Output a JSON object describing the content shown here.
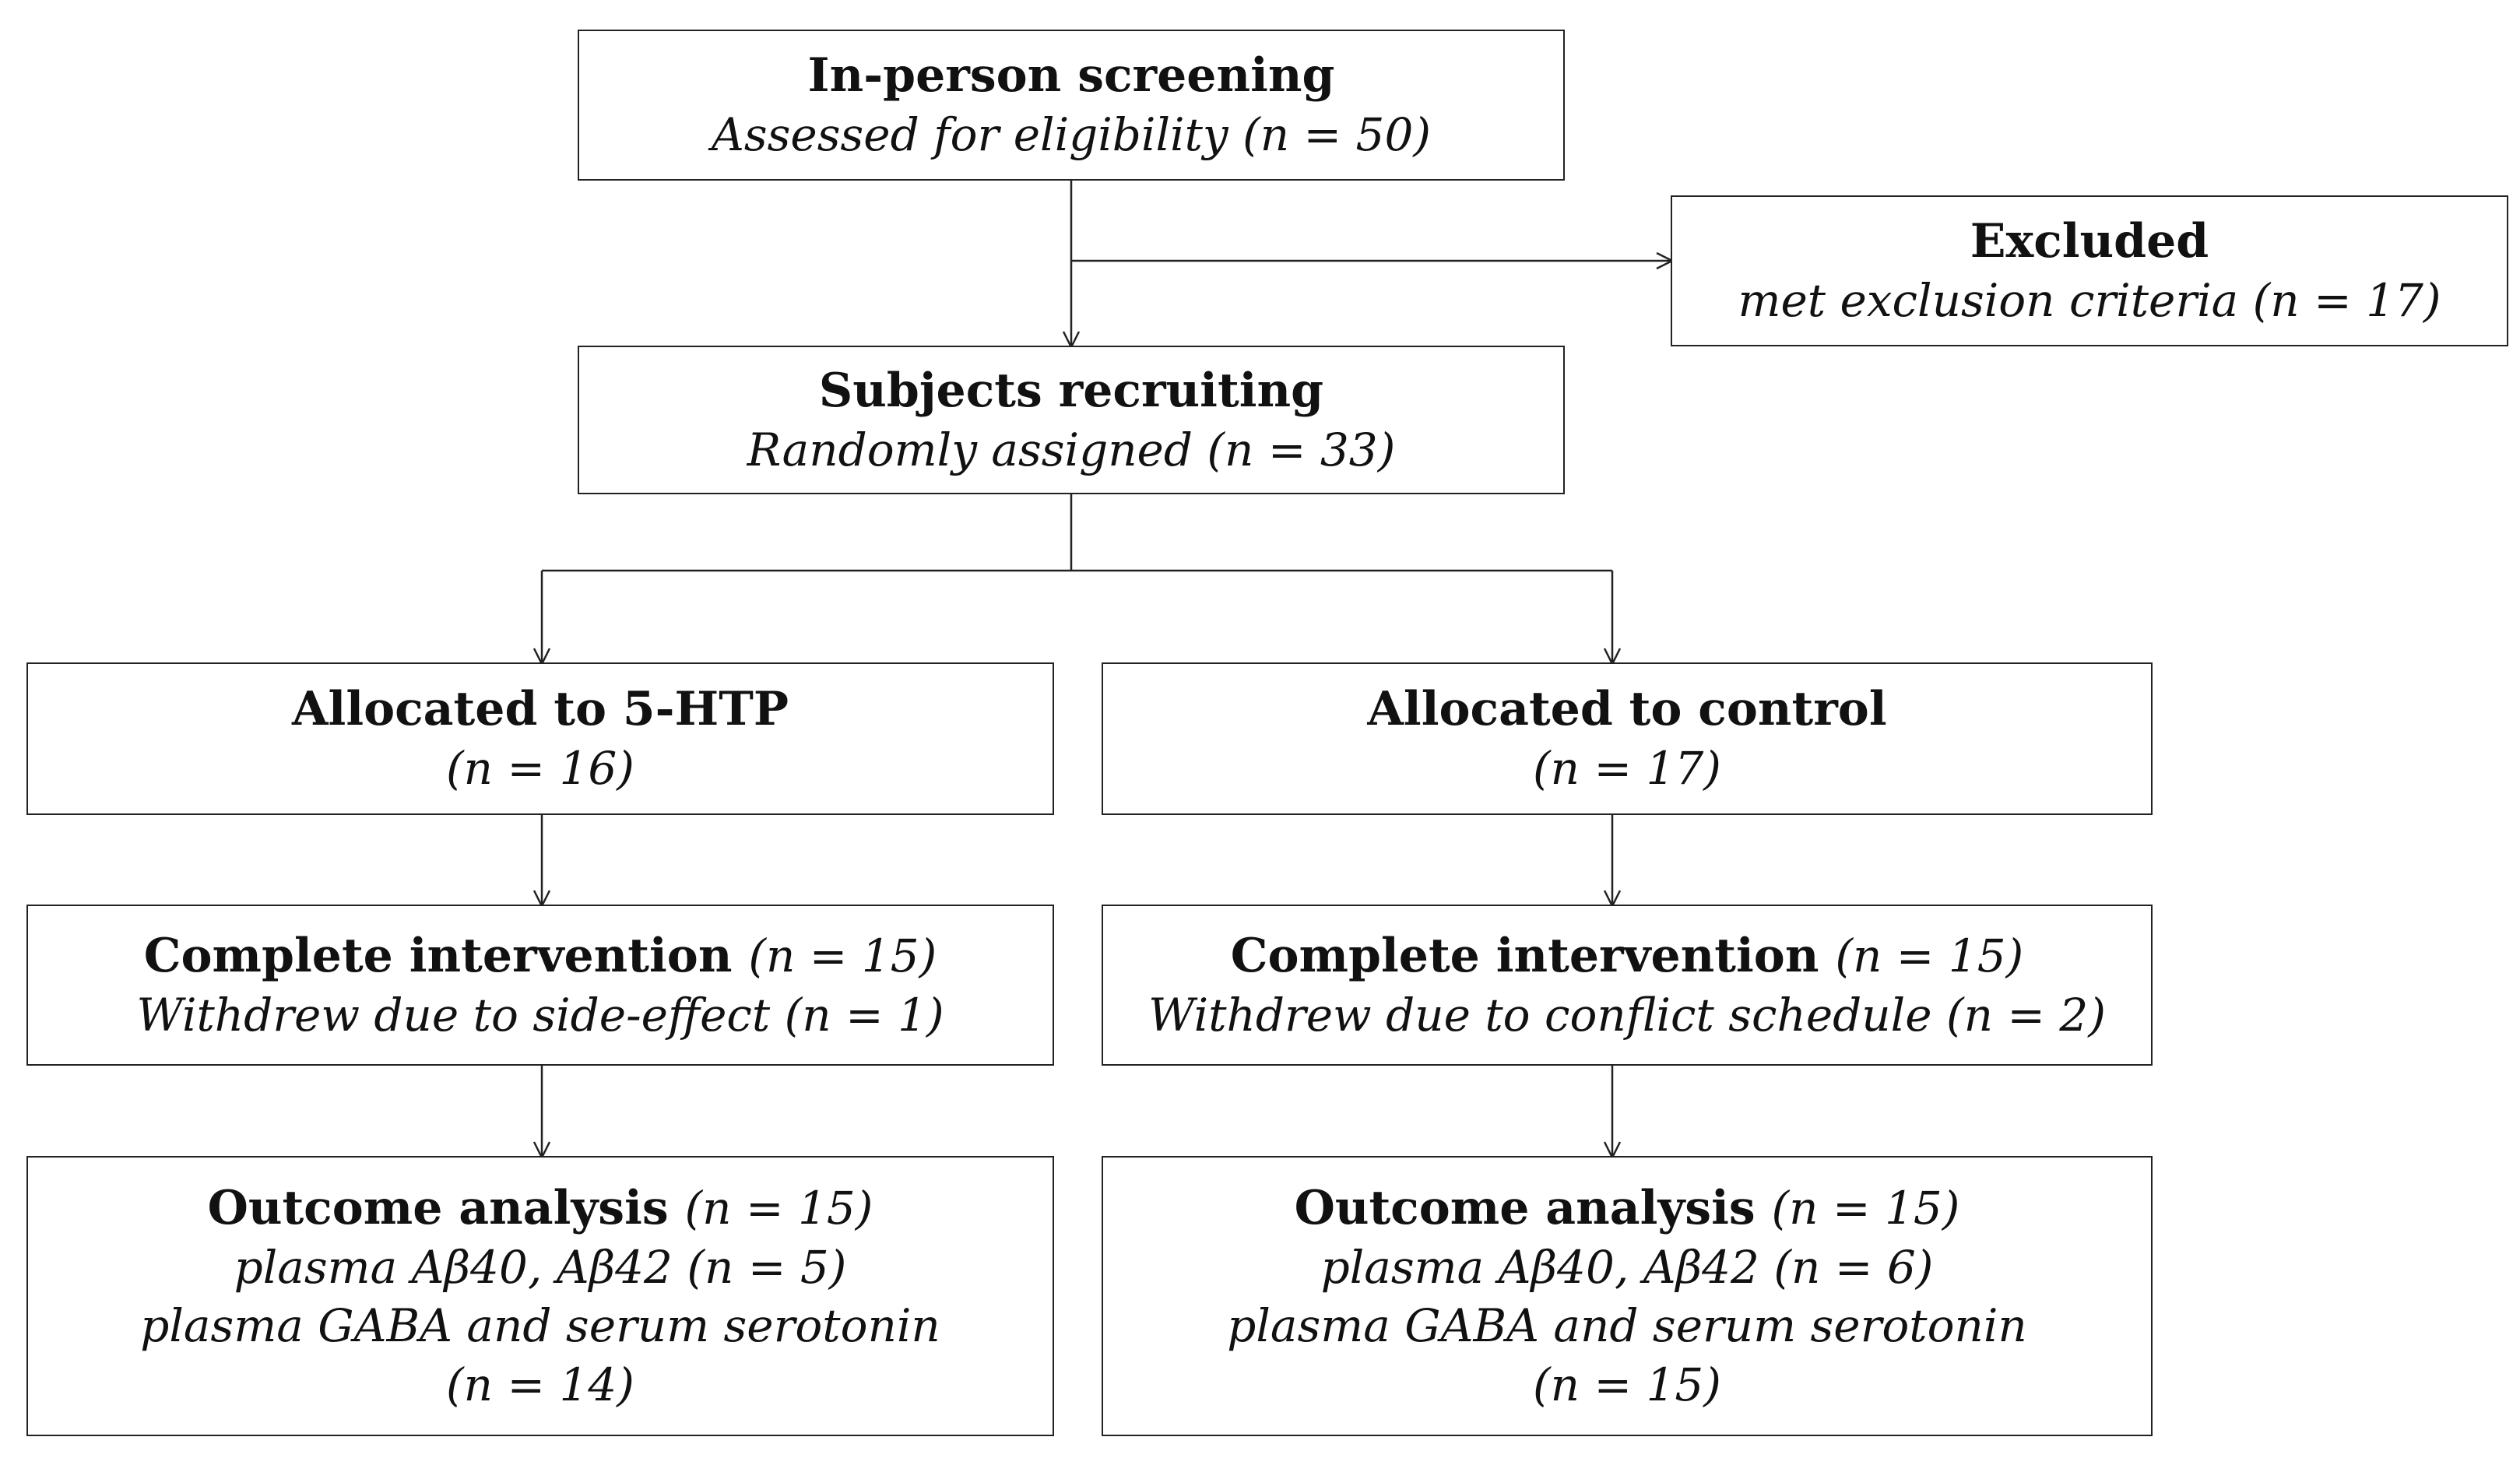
{
  "screening": {
    "title": "In-person screening",
    "line1": "Assessed for eligibility (n = 50)"
  },
  "excluded": {
    "title": "Excluded",
    "line1": "met exclusion criteria (n = 17)"
  },
  "recruiting": {
    "title": "Subjects recruiting",
    "line1": "Randomly assigned (n = 33)"
  },
  "arm_5htp": {
    "allocated": {
      "title": "Allocated to 5-HTP",
      "line1": "(n = 16)"
    },
    "complete": {
      "title": "Complete intervention",
      "title_n": "(n = 15)",
      "line1": "Withdrew due to side-effect (n = 1)"
    },
    "outcome": {
      "title": "Outcome analysis",
      "title_n": "(n = 15)",
      "line1": "plasma Aβ40, Aβ42 (n = 5)",
      "line2": "plasma GABA and serum serotonin",
      "line3": "(n = 14)"
    }
  },
  "arm_control": {
    "allocated": {
      "title": "Allocated to control",
      "line1": "(n = 17)"
    },
    "complete": {
      "title": "Complete intervention",
      "title_n": "(n = 15)",
      "line1": "Withdrew due to conflict schedule (n = 2)"
    },
    "outcome": {
      "title": "Outcome analysis",
      "title_n": "(n = 15)",
      "line1": "plasma Aβ40, Aβ42 (n = 6)",
      "line2": "plasma GABA and serum serotonin",
      "line3": "(n = 15)"
    }
  }
}
